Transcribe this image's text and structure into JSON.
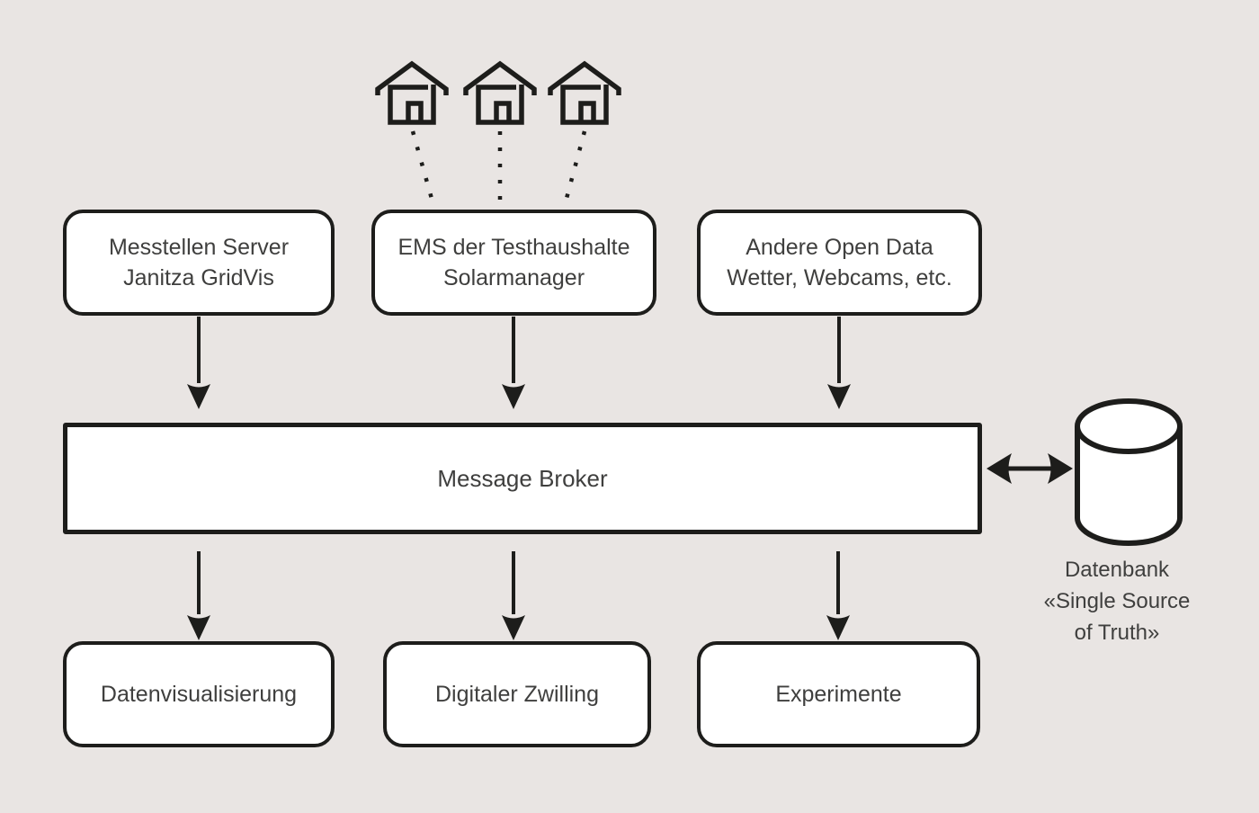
{
  "colors": {
    "background": "#e9e5e3",
    "stroke": "#1d1d1b",
    "text": "#3f3f3e",
    "node_fill": "#ffffff"
  },
  "houses": {
    "icon": "house-icon",
    "count": 3
  },
  "sources": [
    {
      "line1": "Messtellen Server",
      "line2": "Janitza GridVis"
    },
    {
      "line1": "EMS der Testhaushalte",
      "line2": "Solarmanager"
    },
    {
      "line1": "Andere Open Data",
      "line2": "Wetter, Webcams, etc."
    }
  ],
  "broker": {
    "label": "Message Broker"
  },
  "database": {
    "icon": "database-cylinder-icon",
    "line1": "Datenbank",
    "line2": "«Single Source",
    "line3": "of Truth»"
  },
  "consumers": [
    {
      "label": "Datenvisualisierung"
    },
    {
      "label": "Digitaler Zwilling"
    },
    {
      "label": "Experimente"
    }
  ]
}
